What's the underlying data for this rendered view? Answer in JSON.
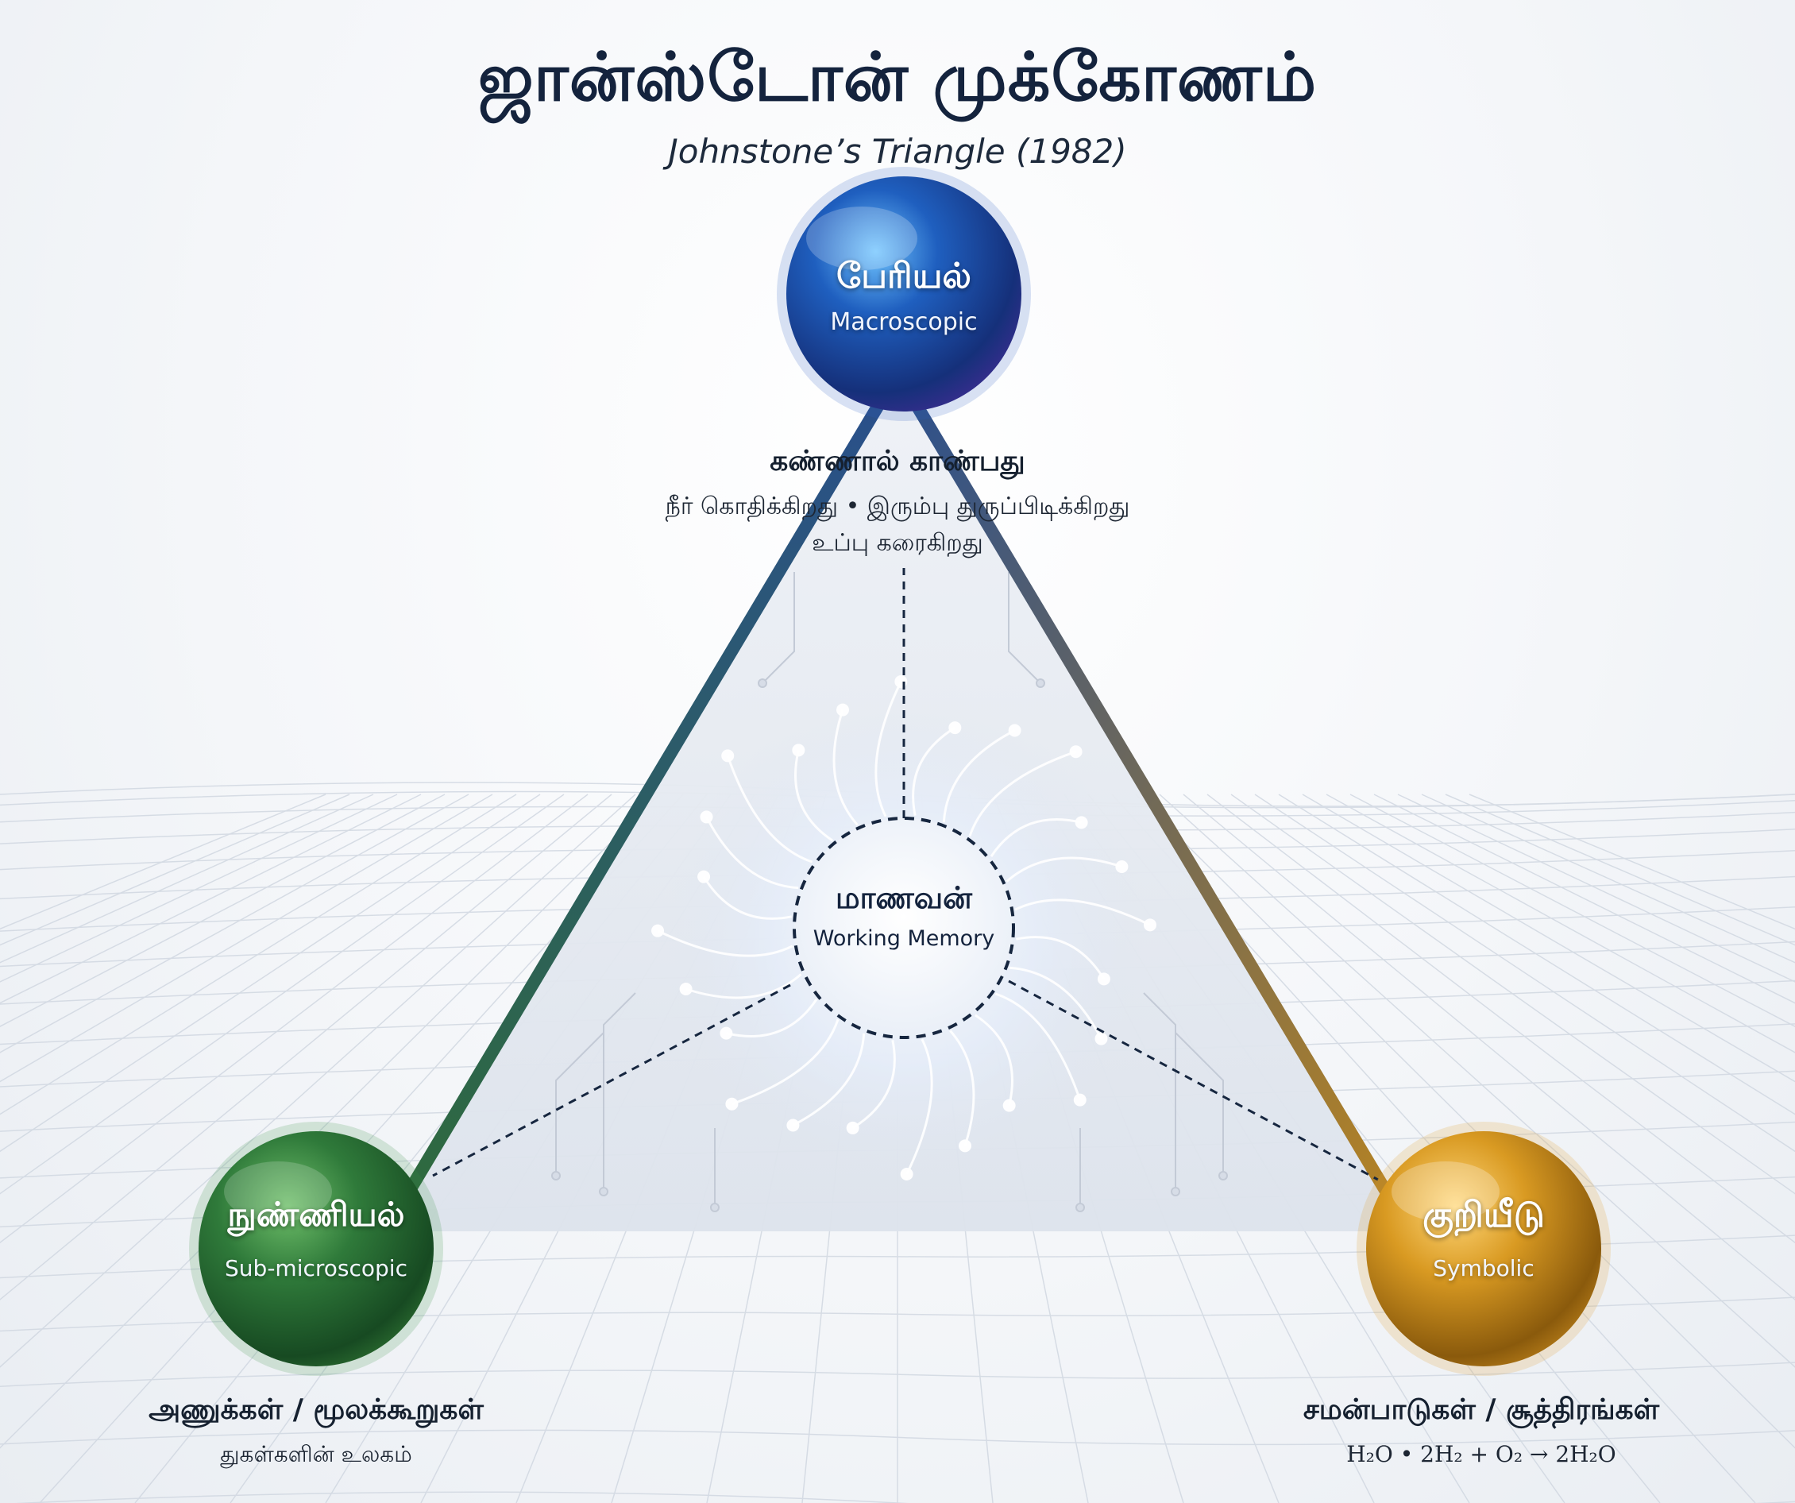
{
  "header": {
    "title": "ஜான்ஸ்டோன் முக்கோணம்",
    "subtitle": "Johnstone’s Triangle (1982)"
  },
  "nodes": {
    "macro": {
      "label_ta": "பேரியல்",
      "label_en": "Macroscopic",
      "color": "#1f4fa8",
      "heading": "கண்ணால் காண்பது",
      "examples_line1": "நீர் கொதிக்கிறது • இரும்பு துருப்பிடிக்கிறது",
      "examples_line2": "உப்பு கரைகிறது"
    },
    "sub": {
      "label_ta": "நுண்ணியல்",
      "label_en": "Sub-microscopic",
      "color": "#2f7a3a",
      "heading": "அணுக்கள் / மூலக்கூறுகள்",
      "detail": "துகள்களின் உலகம்"
    },
    "symbolic": {
      "label_ta": "குறியீடு",
      "label_en": "Symbolic",
      "color": "#c98a1a",
      "heading": "சமன்பாடுகள் / சூத்திரங்கள்",
      "formula": "H₂O • 2H₂ + O₂ → 2H₂O"
    }
  },
  "center": {
    "label_ta": "மாணவன்",
    "label_en": "Working Memory"
  }
}
